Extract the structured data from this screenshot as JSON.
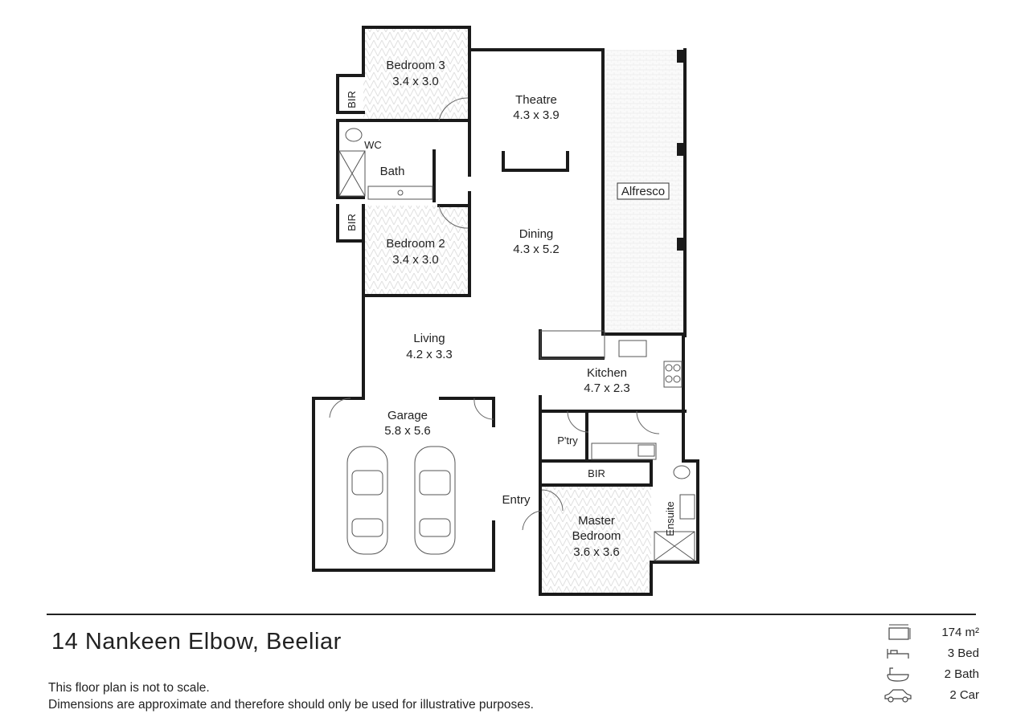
{
  "rooms": {
    "bedroom3": {
      "name": "Bedroom 3",
      "dims": "3.4 x 3.0"
    },
    "theatre": {
      "name": "Theatre",
      "dims": "4.3 x 3.9"
    },
    "bir_top": "BIR",
    "wc": "WC",
    "bath": "Bath",
    "bir_mid": "BIR",
    "bedroom2": {
      "name": "Bedroom 2",
      "dims": "3.4 x 3.0"
    },
    "dining": {
      "name": "Dining",
      "dims": "4.3 x 5.2"
    },
    "alfresco": "Alfresco",
    "living": {
      "name": "Living",
      "dims": "4.2 x 3.3"
    },
    "kitchen": {
      "name": "Kitchen",
      "dims": "4.7 x 2.3"
    },
    "garage": {
      "name": "Garage",
      "dims": "5.8 x 5.6"
    },
    "pantry": "P'try",
    "bir_master": "BIR",
    "entry": "Entry",
    "master": {
      "line1": "Master",
      "line2": "Bedroom",
      "dims": "3.6 x 3.6"
    },
    "ensuite": "Ensuite"
  },
  "address": "14 Nankeen Elbow, Beeliar",
  "disclaimer": {
    "line1": "This floor plan is not to scale.",
    "line2": "Dimensions are approximate and therefore should only be used for illustrative purposes."
  },
  "stats": [
    {
      "icon": "area-icon",
      "text": "174 m²"
    },
    {
      "icon": "bed-icon",
      "text": "3 Bed"
    },
    {
      "icon": "bath-icon",
      "text": "2 Bath"
    },
    {
      "icon": "car-icon",
      "text": "2 Car"
    }
  ]
}
